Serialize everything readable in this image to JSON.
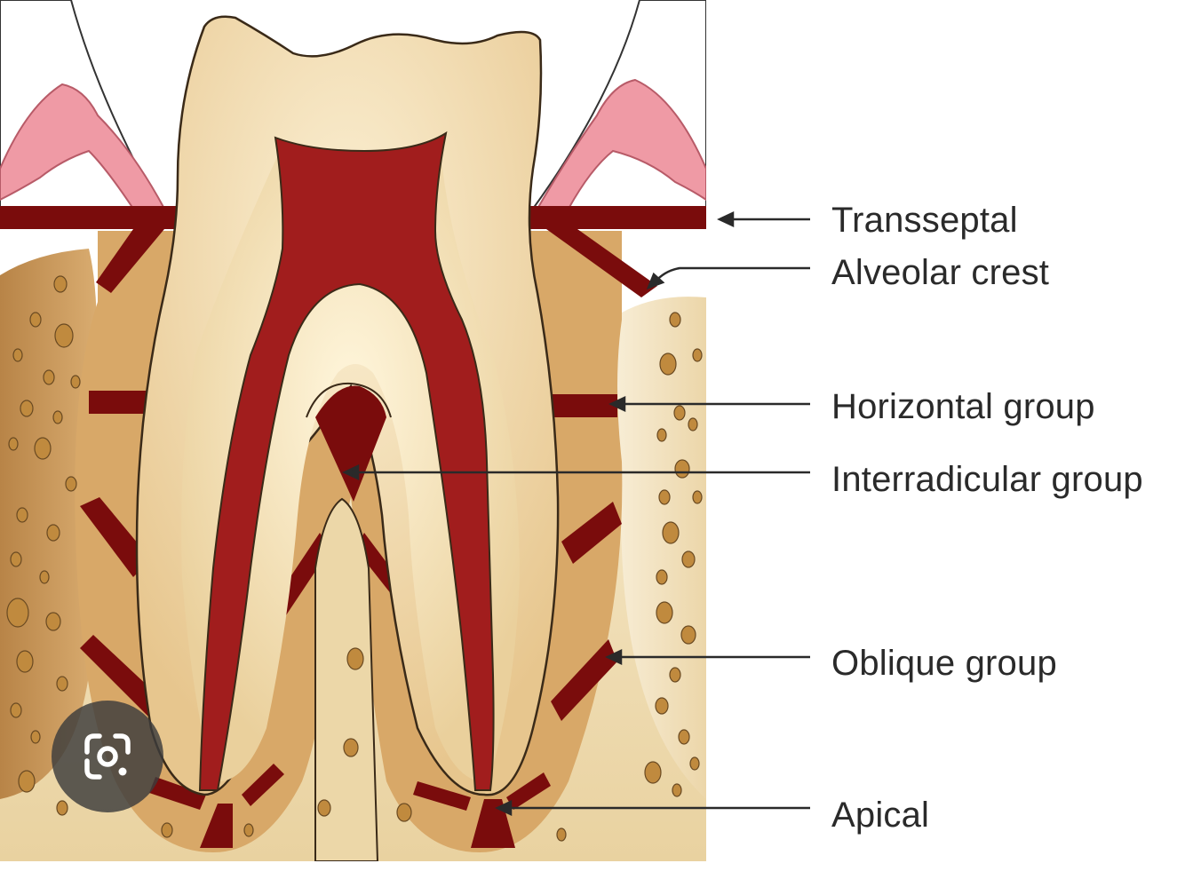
{
  "labels": {
    "transseptal": "Transseptal",
    "alveolar_crest": "Alveolar crest",
    "horizontal_group": "Horizontal group",
    "interradicular_group": "Interradicular group",
    "oblique_group": "Oblique group",
    "apical": "Apical"
  },
  "colors": {
    "fiber": "#7a0c0c",
    "pulp": "#a11d1d",
    "dentin": "#f2ddb0",
    "bone_light": "#f4e7c8",
    "bone_dark": "#b17a3b",
    "ligament": "#d8a868",
    "gingiva": "#ef9aa5",
    "enamel_white": "#ffffff"
  },
  "overlay": {
    "icon": "google-lens-icon"
  }
}
